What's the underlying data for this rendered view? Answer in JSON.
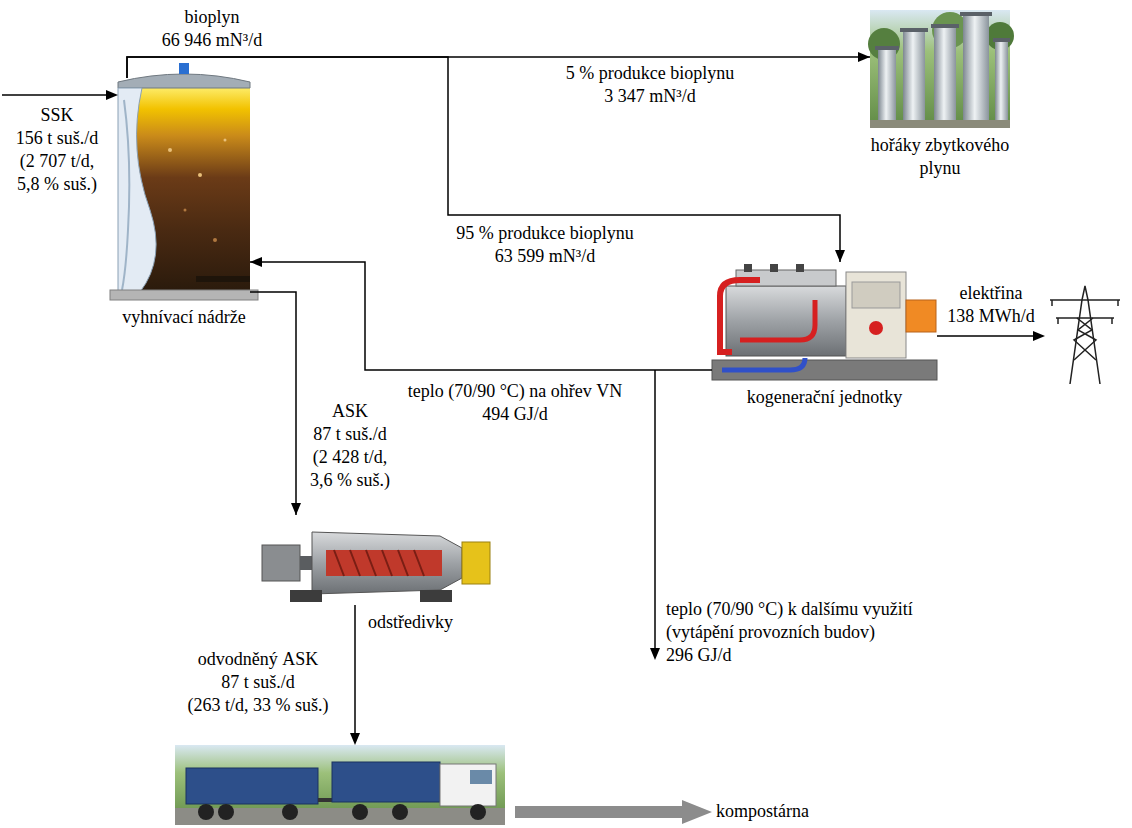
{
  "diagram": {
    "nodes": [
      {
        "text": [
          "vyhnívací nádrže"
        ]
      },
      {
        "text": [
          "hořáky zbytkového plynu"
        ]
      },
      {
        "text": [
          "kogenerační jednotky"
        ]
      },
      {
        "text": [
          "odstředivky"
        ]
      }
    ],
    "edges": [
      {
        "from": 0,
        "to": 1,
        "arrow": "to",
        "label": "5 % produkce bioplynu 3 347 mN³/d"
      },
      {
        "from": 0,
        "to": 2,
        "arrow": "to",
        "label": "95 % produkce bioplynu 63 599 mN³/d"
      },
      {
        "from": 2,
        "to": 0,
        "arrow": "to",
        "label": "teplo (70/90 °C) na ohřev VN 494 GJ/d"
      },
      {
        "from": 0,
        "to": 3,
        "arrow": "to",
        "label": "ASK 87 t suš./d (2 428 t/d, 3,6 % suš.)"
      }
    ],
    "labels": [
      "bioplyn 66 946 mN³/d",
      "SSK 156 t suš./d (2 707 t/d, 5,8 % suš.)",
      "elektřina 138 MWh/d",
      "teplo (70/90 °C) k dalšímu využití (vytápění provozních budov) 296 GJ/d",
      "odvodněný ASK 87 t suš./d (263 t/d, 33 % suš.)",
      "kompostárna"
    ]
  }
}
